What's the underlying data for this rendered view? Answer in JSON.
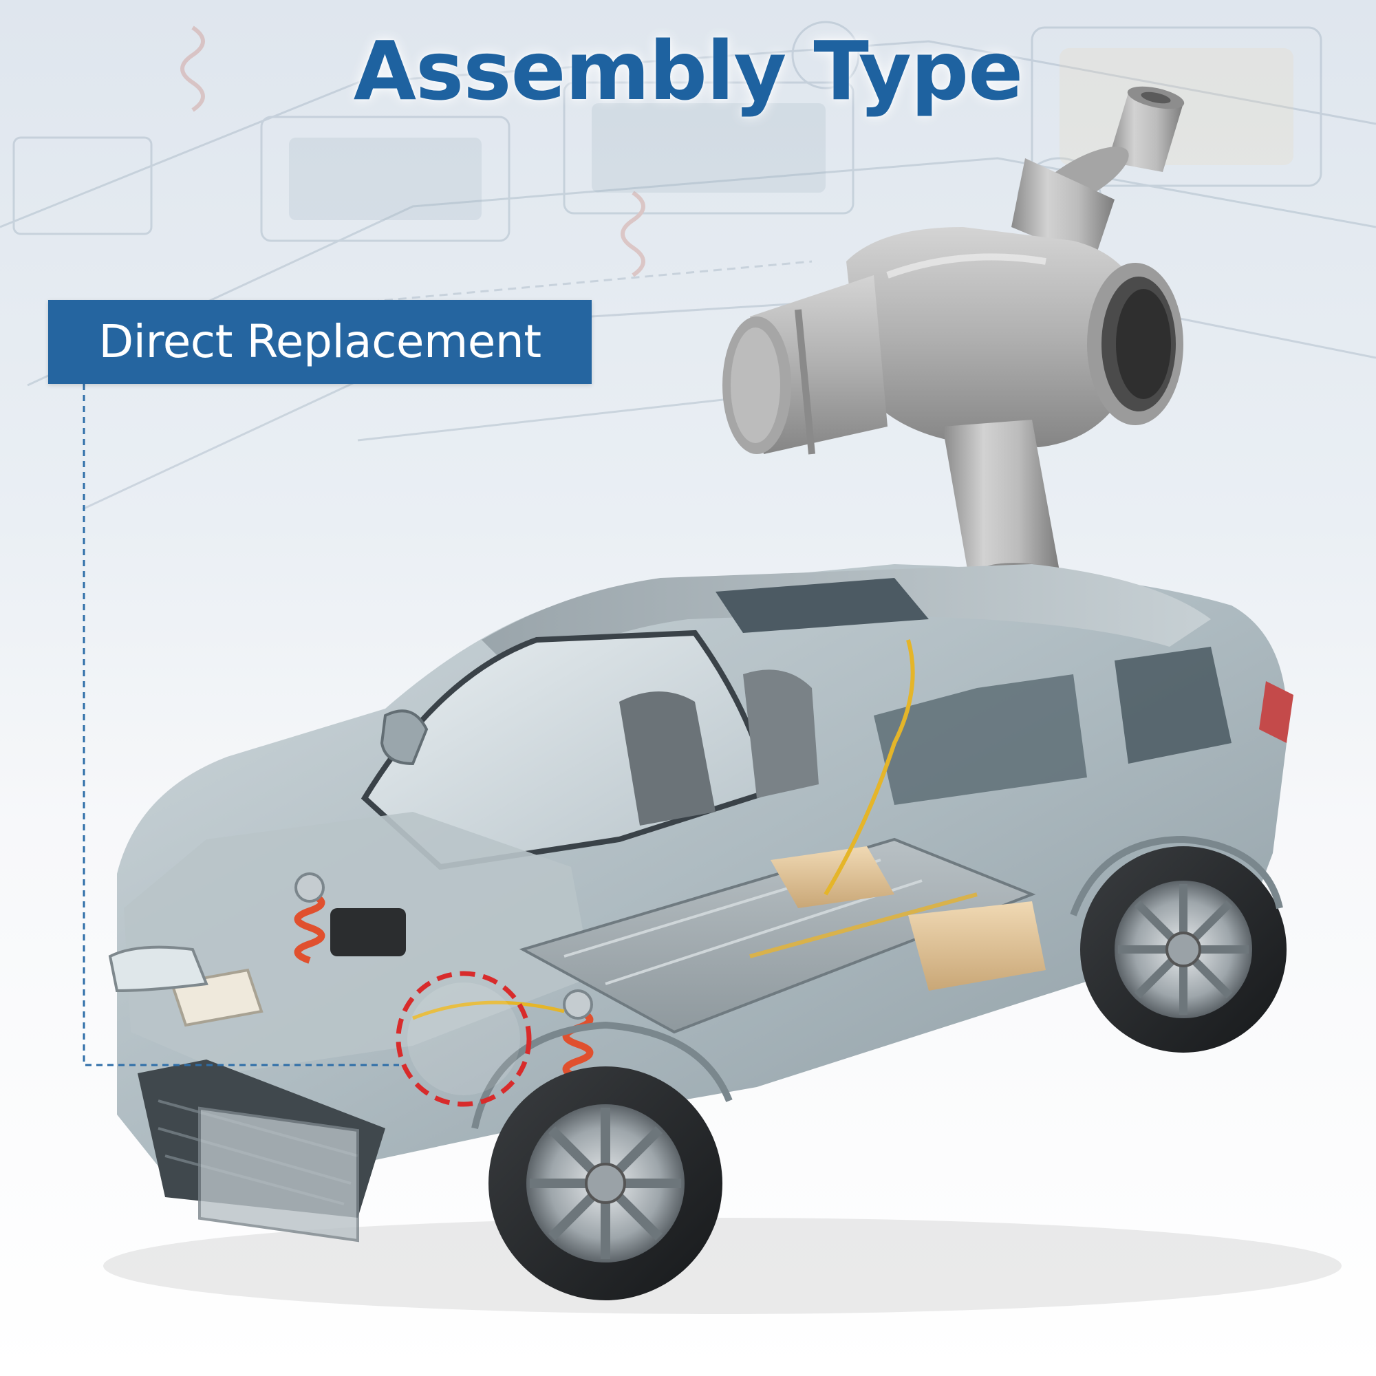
{
  "header": {
    "title": "Assembly Type"
  },
  "callout": {
    "label": "Direct Replacement"
  },
  "colors": {
    "title": "#1e62a0",
    "badge": "#2565a0",
    "highlight_circle": "#d82b2b",
    "leader_line": "#2e6ea8"
  },
  "illustration": {
    "background": "engine-bay-illustration",
    "product": "coolant-pipe-fitting",
    "vehicle": "cutaway-suv-illustration"
  }
}
